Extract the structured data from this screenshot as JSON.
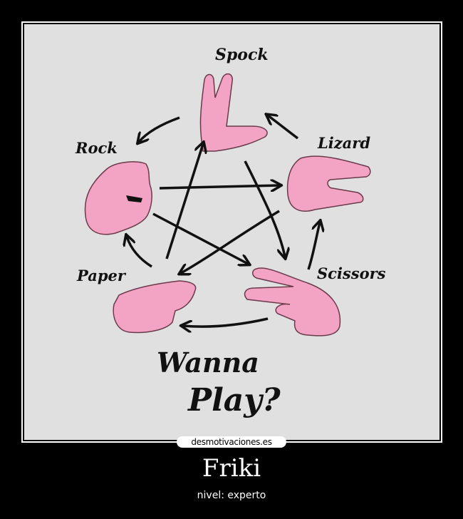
{
  "poster": {
    "watermark": "desmotivaciones.es",
    "title": "Friki",
    "subtitle": "nivel: experto"
  },
  "image": {
    "description": "Rock Paper Scissors Lizard Spock diagram with pink hand gestures and arrows",
    "labels": {
      "spock": "Spock",
      "rock": "Rock",
      "lizard": "Lizard",
      "paper": "Paper",
      "scissors": "Scissors",
      "wanna": "Wanna",
      "play": "Play?"
    },
    "colors": {
      "background": "#e0e0e0",
      "hand": "#f3a3c3",
      "outline": "#6b3a4a",
      "ink": "#111111"
    }
  }
}
